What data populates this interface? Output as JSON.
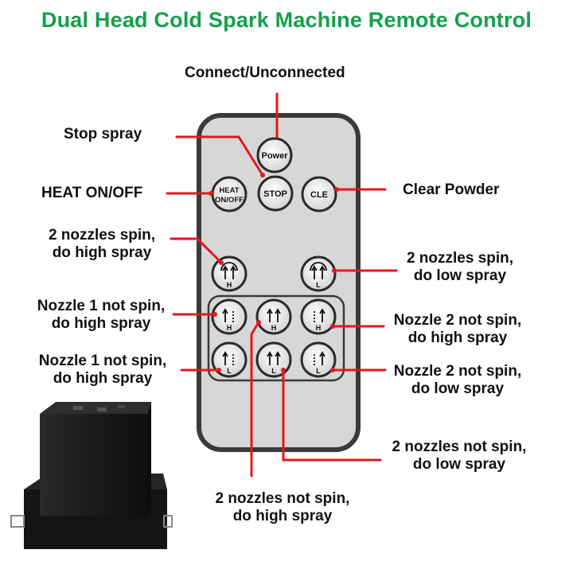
{
  "title": "Dual Head Cold Spark Machine Remote Control",
  "colors": {
    "title": "#14a04a",
    "leader": "#e0191f",
    "remote_body": "#d7d7d5",
    "remote_border": "#3a3a3a"
  },
  "buttons": {
    "power": "Power",
    "stop": "STOP",
    "heat_line1": "HEAT",
    "heat_line2": "ON/OFF",
    "cle": "CLE",
    "letter_h": "H",
    "letter_l": "L"
  },
  "labels": {
    "connect": "Connect/Unconnected",
    "stop_spray": "Stop spray",
    "heat": "HEAT ON/OFF",
    "clear_powder": "Clear Powder",
    "both_spin_high": [
      "2 nozzles spin,",
      "do high spray"
    ],
    "both_spin_low": [
      "2 nozzles spin,",
      "do low spray"
    ],
    "n1_high": [
      "Nozzle 1 not spin,",
      "do high spray"
    ],
    "n2_high": [
      "Nozzle 2 not spin,",
      "do high spray"
    ],
    "n1_low": [
      "Nozzle 1 not spin,",
      "do high spray"
    ],
    "n2_low": [
      "Nozzle 2 not spin,",
      "do low spray"
    ],
    "both_nospin_low": [
      "2 nozzles not spin,",
      "do low spray"
    ],
    "both_nospin_high": [
      "2 nozzles not spin,",
      "do high spray"
    ]
  }
}
